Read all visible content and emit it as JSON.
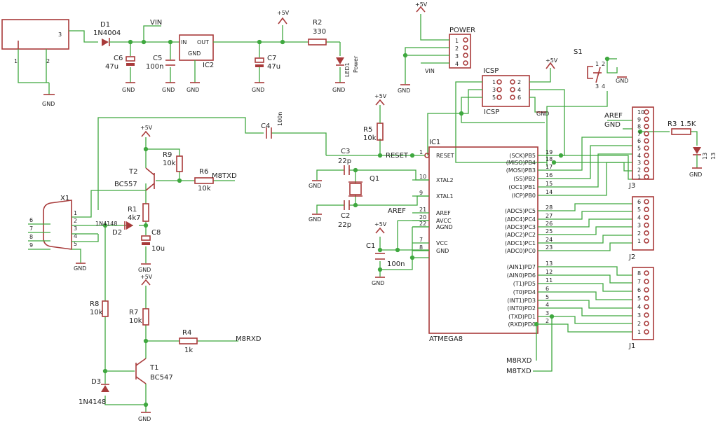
{
  "parts": {
    "d1": {
      "ref": "D1",
      "val": "1N4004"
    },
    "c6": {
      "ref": "C6",
      "val": "47u"
    },
    "c5": {
      "ref": "C5",
      "val": "100n"
    },
    "ic2": {
      "ref": "IC2",
      "in": "IN",
      "out": "OUT",
      "gnd": "GND"
    },
    "c7": {
      "ref": "C7",
      "val": "47u"
    },
    "r2": {
      "ref": "R2",
      "val": "330"
    },
    "led1": {
      "ref": "LED1",
      "val": "Power"
    },
    "power": {
      "ref": "POWER",
      "net": "VIN"
    },
    "icsp": {
      "ref": "ICSP",
      "bottom": "ICSP"
    },
    "s1": {
      "ref": "S1"
    },
    "c4": {
      "ref": "C4",
      "val": "100n"
    },
    "r9": {
      "ref": "R9",
      "val": "10k"
    },
    "t2": {
      "ref": "T2",
      "val": "BC557"
    },
    "r6a": {
      "ref": "R6",
      "val": "10k"
    },
    "r5": {
      "ref": "R5",
      "val": "10k"
    },
    "c3": {
      "ref": "C3",
      "val": "22p"
    },
    "q1": {
      "ref": "Q1"
    },
    "c2": {
      "ref": "C2",
      "val": "22p"
    },
    "c1": {
      "ref": "C1",
      "val": "100n"
    },
    "x1": {
      "ref": "X1"
    },
    "r1": {
      "ref": "R1",
      "val": "4k7"
    },
    "d2": {
      "ref": "D2",
      "val": "1N4148"
    },
    "c8": {
      "ref": "C8",
      "val": "10u"
    },
    "r8": {
      "ref": "R8",
      "val": "10k"
    },
    "r7": {
      "ref": "R7",
      "val": "10k"
    },
    "r4": {
      "ref": "R4",
      "val": "1k"
    },
    "t1": {
      "ref": "T1",
      "val": "BC547"
    },
    "d3": {
      "ref": "D3",
      "val": "1N4148"
    },
    "r3": {
      "ref": "R3",
      "val": "1.5K"
    },
    "led13": {
      "ref": "13",
      "val": "13"
    },
    "ic1": {
      "ref": "IC1",
      "val": "ATMEGA8"
    },
    "j1": {
      "ref": "J1"
    },
    "j2": {
      "ref": "J2"
    },
    "j3": {
      "ref": "J3"
    }
  },
  "nets": {
    "gnd": "GND",
    "vcc": "+5V",
    "vin": "VIN",
    "reset": "RESET",
    "aref": "AREF",
    "m8txd": "M8TXD",
    "m8rxd": "M8RXD"
  },
  "ic1_left": [
    {
      "num": "1",
      "name": "RESET"
    },
    {
      "num": "10",
      "name": "XTAL2"
    },
    {
      "num": "9",
      "name": "XTAL1"
    },
    {
      "num": "21",
      "name": "AREF"
    },
    {
      "num": "20",
      "name": "AVCC"
    },
    {
      "num": "22",
      "name": "AGND"
    },
    {
      "num": "7",
      "name": "VCC"
    },
    {
      "num": "8",
      "name": "GND"
    }
  ],
  "ic1_right": [
    {
      "num": "19",
      "name": "(SCK)PB5"
    },
    {
      "num": "18",
      "name": "(MISO)PB4"
    },
    {
      "num": "17",
      "name": "(MOSI)PB3"
    },
    {
      "num": "16",
      "name": "(SS)PB2"
    },
    {
      "num": "15",
      "name": "(OC1)PB1"
    },
    {
      "num": "14",
      "name": "(ICP)PB0"
    },
    {
      "num": "28",
      "name": "(ADC5)PC5"
    },
    {
      "num": "27",
      "name": "(ADC4)PC4"
    },
    {
      "num": "26",
      "name": "(ADC3)PC3"
    },
    {
      "num": "25",
      "name": "(ADC2)PC2"
    },
    {
      "num": "24",
      "name": "(ADC1)PC1"
    },
    {
      "num": "23",
      "name": "(ADC0)PC0"
    },
    {
      "num": "13",
      "name": "(AIN1)PD7"
    },
    {
      "num": "12",
      "name": "(AIN0)PD6"
    },
    {
      "num": "11",
      "name": "(T1)PD5"
    },
    {
      "num": "6",
      "name": "(T0)PD4"
    },
    {
      "num": "5",
      "name": "(INT1)PD3"
    },
    {
      "num": "4",
      "name": "(INT0)PD2"
    },
    {
      "num": "3",
      "name": "(TXD)PD1"
    },
    {
      "num": "2",
      "name": "(RXD)PD0"
    }
  ],
  "j3_pins": [
    "10",
    "9",
    "8",
    "7",
    "6",
    "5",
    "4",
    "3",
    "2",
    "1"
  ],
  "j2_pins": [
    "6",
    "5",
    "4",
    "3",
    "2",
    "1"
  ],
  "j1_pins": [
    "8",
    "7",
    "6",
    "5",
    "4",
    "3",
    "2",
    "1"
  ],
  "power_pins": [
    "1",
    "2",
    "3",
    "4"
  ],
  "icsp_pins": [
    "1",
    "2",
    "3",
    "4",
    "5",
    "6"
  ],
  "x1_pins_left": [
    "6",
    "7",
    "8",
    "9"
  ],
  "x1_pins_right": [
    "1",
    "2",
    "3",
    "4",
    "5"
  ],
  "dc_jack_pins": [
    "1",
    "2",
    "3"
  ],
  "s1_pins": [
    "1",
    "2",
    "3",
    "4"
  ]
}
